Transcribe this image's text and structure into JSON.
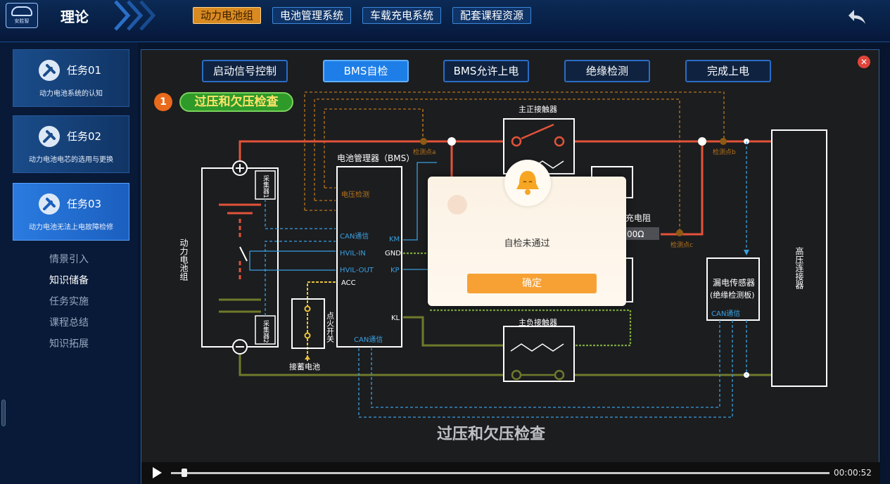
{
  "header": {
    "logo_text": "安胜智",
    "title": "理论",
    "nav": [
      {
        "label": "动力电池组",
        "active": true
      },
      {
        "label": "电池管理系统",
        "active": false
      },
      {
        "label": "车载充电系统",
        "active": false
      },
      {
        "label": "配套课程资源",
        "active": false
      }
    ]
  },
  "sidebar": {
    "tasks": [
      {
        "num": "任务01",
        "desc": "动力电池系统的认知",
        "active": false
      },
      {
        "num": "任务02",
        "desc": "动力电池电芯的选用与更换",
        "active": false
      },
      {
        "num": "任务03",
        "desc": "动力电池无法上电故障检修",
        "active": true
      }
    ],
    "submenu": [
      {
        "label": "情景引入",
        "active": false
      },
      {
        "label": "知识储备",
        "active": true
      },
      {
        "label": "任务实施",
        "active": false
      },
      {
        "label": "课程总结",
        "active": false
      },
      {
        "label": "知识拓展",
        "active": false
      }
    ]
  },
  "steps": [
    {
      "label": "启动信号控制",
      "active": false
    },
    {
      "label": "BMS自检",
      "active": true
    },
    {
      "label": "BMS允许上电",
      "active": false
    },
    {
      "label": "绝缘检测",
      "active": false
    },
    {
      "label": "完成上电",
      "active": false
    }
  ],
  "section": {
    "badge": "1",
    "title": "过压和欠压检查"
  },
  "diagram": {
    "battery_pack": "动力电池组",
    "collector1": "采集器1",
    "collector2": "采集器2",
    "bms_title": "电池管理器（BMS）",
    "voltage_detect": "电压检测",
    "can": "CAN通信",
    "hvil_in": "HVIL-IN",
    "hvil_out": "HVIL-OUT",
    "acc": "ACC",
    "km": "KM",
    "gnd": "GND",
    "kp": "KP",
    "kl": "KL",
    "bms_can": "CAN通信",
    "ignition": "点火开关",
    "aux_battery": "接蓄电池",
    "main_pos": "主正接触器",
    "main_neg": "主负接触器",
    "precharge": "充电阻",
    "precharge_value": "00Ω",
    "point_a": "检测点a",
    "point_b": "检测点b",
    "point_c": "检测点c",
    "leak_sensor_line1": "漏电传感器",
    "leak_sensor_line2": "(绝缘检测板)",
    "leak_can": "CAN通信",
    "hv_connector": "高压连接器",
    "caption": "过压和欠压检查"
  },
  "modal": {
    "message": "自检未通过",
    "confirm": "确定"
  },
  "player": {
    "time": "00:00:52",
    "progress": 0.016
  },
  "colors": {
    "red_wire": "#e2533a",
    "olive_wire": "#6f7a2b",
    "blue_wire": "#3aa0e0",
    "orange_wire": "#c07a1a",
    "accent": "#1e7ee8"
  }
}
